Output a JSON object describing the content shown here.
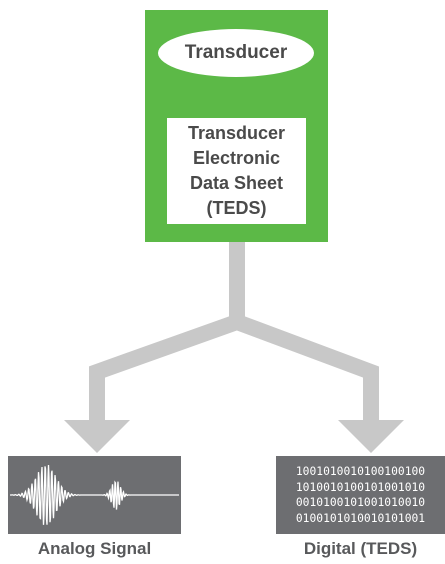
{
  "transducer_label": "Transducer",
  "teds_box": {
    "lines": [
      "Transducer",
      "Electronic",
      "Data Sheet",
      "(TEDS)"
    ]
  },
  "analog": {
    "caption": "Analog Signal"
  },
  "digital": {
    "caption": "Digital (TEDS)",
    "bit_rows": [
      "1001010010100100100",
      "1010010100101001010",
      "0010100101001010010",
      "0100101010010101001"
    ]
  },
  "colors": {
    "green": "#5cb947",
    "arrow_gray": "#c8c8c8",
    "panel_gray": "#6d6e71",
    "text_dark": "#4a4a4a"
  }
}
